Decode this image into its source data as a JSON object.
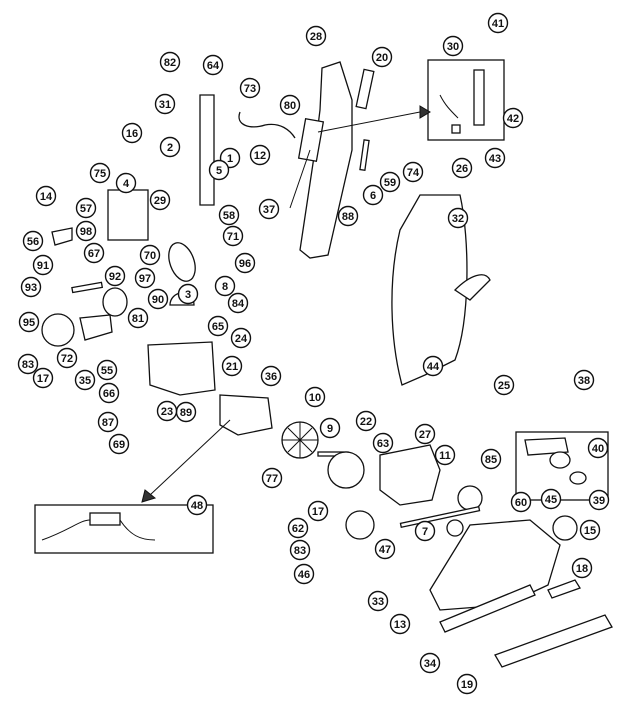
{
  "diagram": {
    "callouts": [
      {
        "id": "c82",
        "label": "82"
      },
      {
        "id": "c64",
        "label": "64"
      },
      {
        "id": "c73",
        "label": "73"
      },
      {
        "id": "c31",
        "label": "31"
      },
      {
        "id": "c16",
        "label": "16"
      },
      {
        "id": "c2",
        "label": "2"
      },
      {
        "id": "c1",
        "label": "1"
      },
      {
        "id": "c12",
        "label": "12"
      },
      {
        "id": "c80",
        "label": "80"
      },
      {
        "id": "c28",
        "label": "28"
      },
      {
        "id": "c20",
        "label": "20"
      },
      {
        "id": "c30",
        "label": "30"
      },
      {
        "id": "c41",
        "label": "41"
      },
      {
        "id": "c42",
        "label": "42"
      },
      {
        "id": "c43",
        "label": "43"
      },
      {
        "id": "c26",
        "label": "26"
      },
      {
        "id": "c74",
        "label": "74"
      },
      {
        "id": "c59",
        "label": "59"
      },
      {
        "id": "c6",
        "label": "6"
      },
      {
        "id": "c88",
        "label": "88"
      },
      {
        "id": "c37",
        "label": "37"
      },
      {
        "id": "c5",
        "label": "5"
      },
      {
        "id": "c75",
        "label": "75"
      },
      {
        "id": "c4",
        "label": "4"
      },
      {
        "id": "c57",
        "label": "57"
      },
      {
        "id": "c98",
        "label": "98"
      },
      {
        "id": "c67",
        "label": "67"
      },
      {
        "id": "c14",
        "label": "14"
      },
      {
        "id": "c29",
        "label": "29"
      },
      {
        "id": "c58",
        "label": "58"
      },
      {
        "id": "c71",
        "label": "71"
      },
      {
        "id": "c70",
        "label": "70"
      },
      {
        "id": "c56",
        "label": "56"
      },
      {
        "id": "c91",
        "label": "91"
      },
      {
        "id": "c92",
        "label": "92"
      },
      {
        "id": "c97",
        "label": "97"
      },
      {
        "id": "c8",
        "label": "8"
      },
      {
        "id": "c96",
        "label": "96"
      },
      {
        "id": "c93",
        "label": "93"
      },
      {
        "id": "c90",
        "label": "90"
      },
      {
        "id": "c3",
        "label": "3"
      },
      {
        "id": "c84",
        "label": "84"
      },
      {
        "id": "c65",
        "label": "65"
      },
      {
        "id": "c95",
        "label": "95"
      },
      {
        "id": "c81",
        "label": "81"
      },
      {
        "id": "c24",
        "label": "24"
      },
      {
        "id": "c83a",
        "label": "83"
      },
      {
        "id": "c72",
        "label": "72"
      },
      {
        "id": "c17a",
        "label": "17"
      },
      {
        "id": "c35",
        "label": "35"
      },
      {
        "id": "c55",
        "label": "55"
      },
      {
        "id": "c66",
        "label": "66"
      },
      {
        "id": "c21",
        "label": "21"
      },
      {
        "id": "c87",
        "label": "87"
      },
      {
        "id": "c89",
        "label": "89"
      },
      {
        "id": "c23",
        "label": "23"
      },
      {
        "id": "c69",
        "label": "69"
      },
      {
        "id": "c36",
        "label": "36"
      },
      {
        "id": "c10",
        "label": "10"
      },
      {
        "id": "c9",
        "label": "9"
      },
      {
        "id": "c77",
        "label": "77"
      },
      {
        "id": "c22",
        "label": "22"
      },
      {
        "id": "c63",
        "label": "63"
      },
      {
        "id": "c27",
        "label": "27"
      },
      {
        "id": "c11",
        "label": "11"
      },
      {
        "id": "c32",
        "label": "32"
      },
      {
        "id": "c44",
        "label": "44"
      },
      {
        "id": "c25",
        "label": "25"
      },
      {
        "id": "c38",
        "label": "38"
      },
      {
        "id": "c40",
        "label": "40"
      },
      {
        "id": "c39",
        "label": "39"
      },
      {
        "id": "c85",
        "label": "85"
      },
      {
        "id": "c60",
        "label": "60"
      },
      {
        "id": "c45",
        "label": "45"
      },
      {
        "id": "c15",
        "label": "15"
      },
      {
        "id": "c48",
        "label": "48"
      },
      {
        "id": "c17b",
        "label": "17"
      },
      {
        "id": "c7",
        "label": "7"
      },
      {
        "id": "c62",
        "label": "62"
      },
      {
        "id": "c83b",
        "label": "83"
      },
      {
        "id": "c47",
        "label": "47"
      },
      {
        "id": "c46",
        "label": "46"
      },
      {
        "id": "c18",
        "label": "18"
      },
      {
        "id": "c33",
        "label": "33"
      },
      {
        "id": "c13",
        "label": "13"
      },
      {
        "id": "c34",
        "label": "34"
      },
      {
        "id": "c19",
        "label": "19"
      }
    ]
  }
}
